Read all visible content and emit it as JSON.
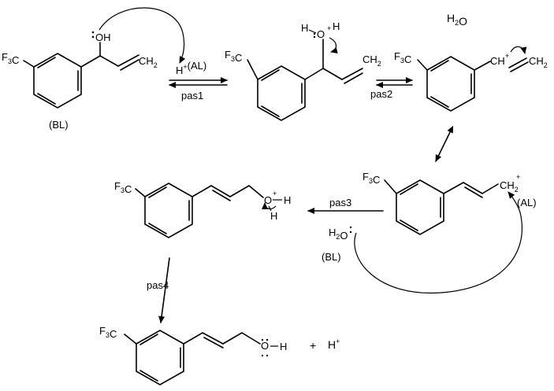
{
  "molecules": {
    "m1": {
      "group_f3c": "F3C",
      "oh_label": "OH",
      "ch2_label": "CH2",
      "role": "(BL)"
    },
    "m2": {
      "group_f3c": "F3C",
      "h_left": "H",
      "o_label": "O",
      "plus": "+",
      "h_right": "H",
      "ch2_label": "CH2"
    },
    "m3": {
      "group_f3c": "F3C",
      "ch_label": "CH",
      "plus": "+",
      "ch2_label": "CH2"
    },
    "m4": {
      "group_f3c": "F3C",
      "ch2_label": "CH2",
      "plus": "+",
      "role": "(AL)"
    },
    "m5": {
      "group_f3c": "F3C",
      "o_label": "O",
      "plus": "+",
      "h_right": "H",
      "h_below": "H"
    },
    "m6": {
      "group_f3c": "F3C",
      "o_label": "O",
      "h_right": "H"
    }
  },
  "reagents": {
    "water_top": "H2O",
    "acid_label": "H+(AL)",
    "water_attack": "H2O",
    "water_role": "(BL)",
    "plus_sign": "+",
    "proton_product": "H+"
  },
  "steps": [
    "pas1",
    "pas2",
    "pas3",
    "pas4"
  ]
}
